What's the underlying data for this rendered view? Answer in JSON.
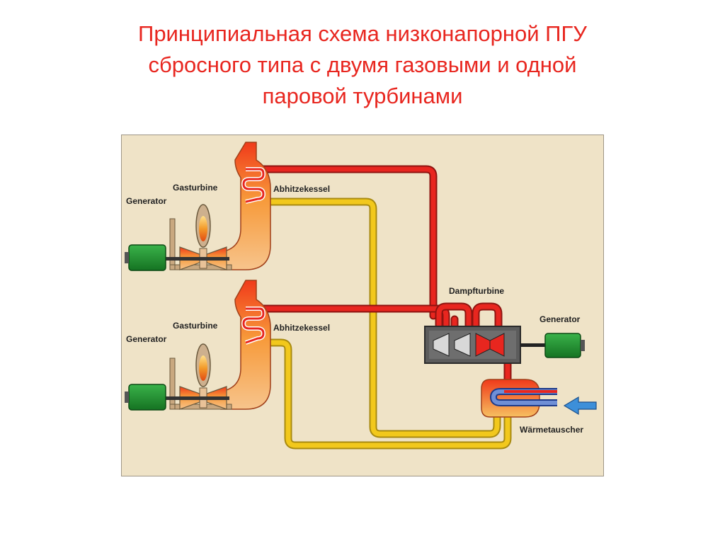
{
  "title": {
    "line1": "Принципиальная схема низконапорной ПГУ",
    "line2": "сбросного типа с двумя газовыми и одной",
    "line3": "паровой турбинами"
  },
  "labels": {
    "generator_top": "Generator",
    "gasturbine_top": "Gasturbine",
    "abhitzekessel_top": "Abhitzekessel",
    "generator_bottom": "Generator",
    "gasturbine_bottom": "Gasturbine",
    "abhitzekessel_bottom": "Abhitzekessel",
    "dampfturbine": "Dampfturbine",
    "generator_right": "Generator",
    "waermetauscher": "Wärmetauscher"
  },
  "colors": {
    "steam": "#e8261f",
    "water": "#f2c81c",
    "generator": "#1f8f2c",
    "inflow_arrow": "#3d8fd9",
    "title": "#e8261f"
  }
}
